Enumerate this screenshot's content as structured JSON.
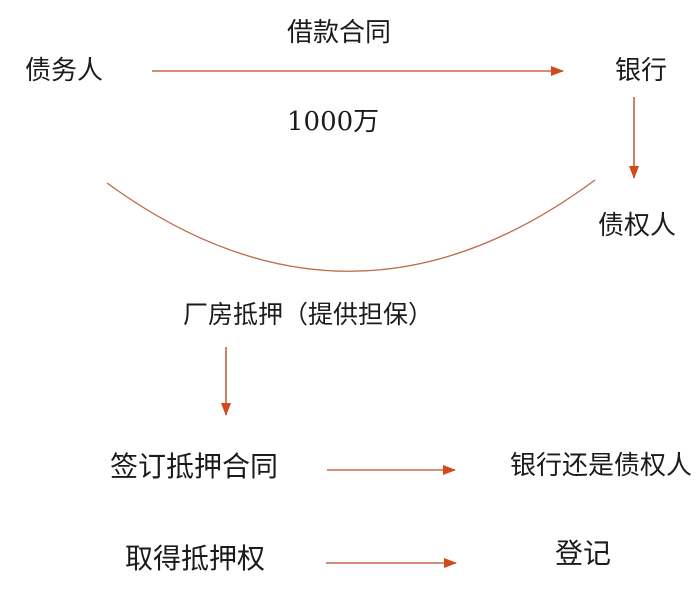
{
  "colors": {
    "arrow_head": "#d2491c",
    "arrow_line": "#c96a49",
    "curve_line": "#bf6a4a",
    "text": "#1b1b1b",
    "background": "#ffffff"
  },
  "diagram": {
    "loan_section": {
      "contract_label": "借款合同",
      "debtor_label": "债务人",
      "bank_label": "银行",
      "amount_label": "1000万",
      "creditor_label": "债权人"
    },
    "guarantee_section": {
      "mortgage_label": "厂房抵押（提供担保）"
    },
    "result_section": {
      "sign_contract_label": "签订抵押合同",
      "bank_still_creditor_label": "银行还是债权人",
      "obtain_mortgage_label": "取得抵押权",
      "registration_label": "登记"
    }
  }
}
